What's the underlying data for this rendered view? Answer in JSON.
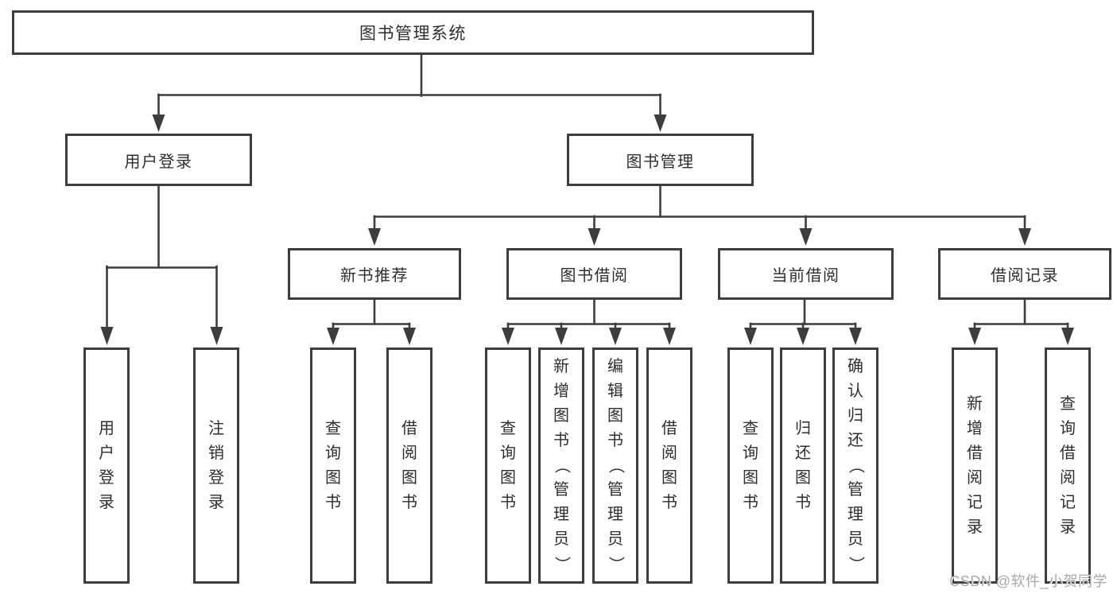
{
  "colors": {
    "line": "#3d3d3d",
    "text": "#2e2e2e",
    "watermark": "#a9a9a9",
    "bg": "#ffffff"
  },
  "tree": {
    "root": {
      "label": "图书管理系统"
    },
    "branches": [
      {
        "label": "用户登录",
        "leaves": [
          {
            "label": "用户登录"
          },
          {
            "label": "注销登录"
          }
        ]
      },
      {
        "label": "图书管理",
        "groups": [
          {
            "label": "新书推荐",
            "leaves": [
              {
                "label": "查询图书"
              },
              {
                "label": "借阅图书"
              }
            ]
          },
          {
            "label": "图书借阅",
            "leaves": [
              {
                "label": "查询图书"
              },
              {
                "label": "新增图书（管理员）"
              },
              {
                "label": "编辑图书（管理员）"
              },
              {
                "label": "借阅图书"
              }
            ]
          },
          {
            "label": "当前借阅",
            "leaves": [
              {
                "label": "查询图书"
              },
              {
                "label": "归还图书"
              },
              {
                "label": "确认归还（管理员）"
              }
            ]
          },
          {
            "label": "借阅记录",
            "leaves": [
              {
                "label": "新增借阅记录"
              },
              {
                "label": "查询借阅记录"
              }
            ]
          }
        ]
      }
    ]
  },
  "watermark": {
    "text": "CSDN @软件_小贺同学"
  }
}
